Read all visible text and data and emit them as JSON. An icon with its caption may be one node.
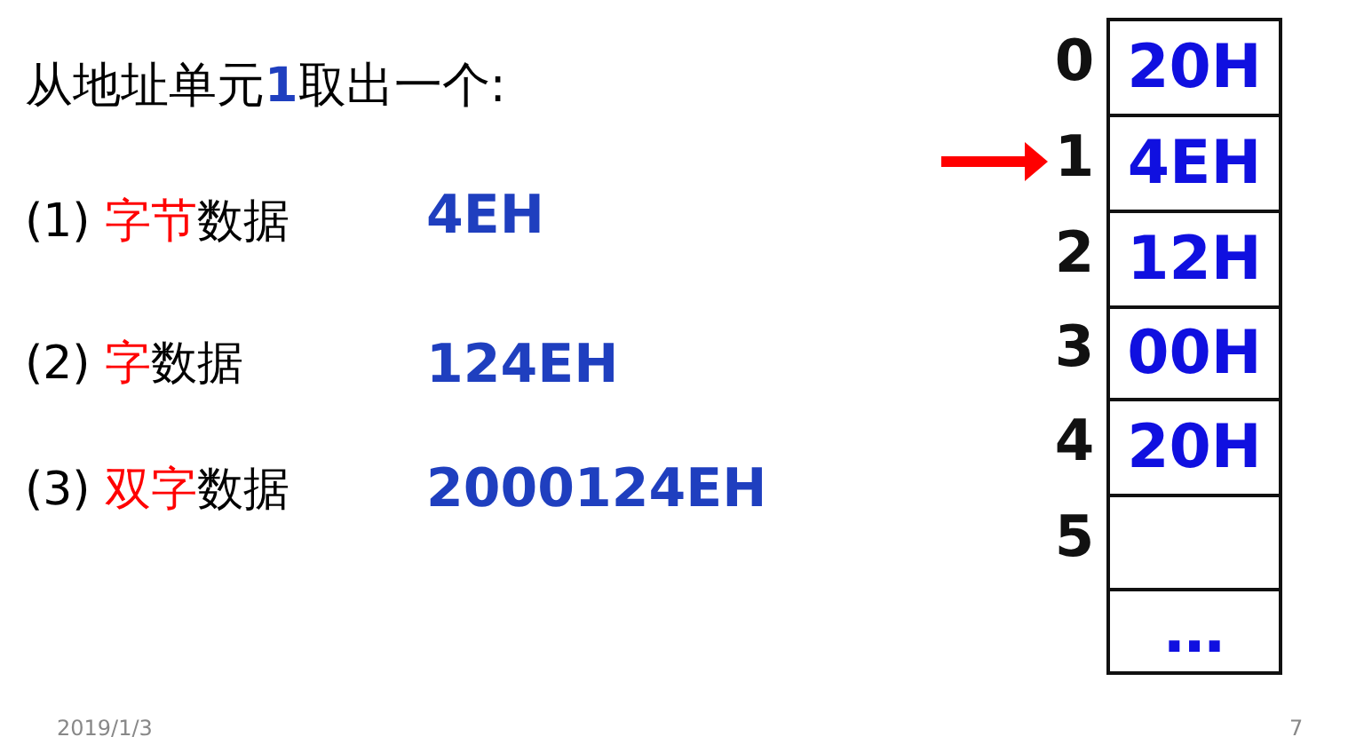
{
  "diagram": {
    "title": "从地址单元**1**取出一个:",
    "nodes": [
      {
        "text": [
          "20H"
        ]
      },
      {
        "text": [
          "4EH"
        ]
      },
      {
        "text": [
          "12H"
        ]
      },
      {
        "text": [
          "00H"
        ]
      },
      {
        "text": [
          "20H"
        ]
      },
      {
        "text": [],
        "shape": "box"
      },
      {
        "text": [
          "…"
        ]
      },
      {
        "text": [
          "0"
        ]
      },
      {
        "text": [
          "1"
        ]
      },
      {
        "text": [
          "2"
        ]
      },
      {
        "text": [
          "3"
        ]
      },
      {
        "text": [
          "4"
        ]
      },
      {
        "text": [
          "5"
        ]
      }
    ],
    "edges": [
      {
        "from": null,
        "to": 8,
        "arrow": "to",
        "color": "#ff0000"
      }
    ],
    "labels": [
      "(1) **字节**数据",
      "4EH",
      "(2) **字**数据",
      "124EH",
      "(3) **双字**数据",
      "2000124EH",
      "2019/1/3",
      "7"
    ]
  }
}
